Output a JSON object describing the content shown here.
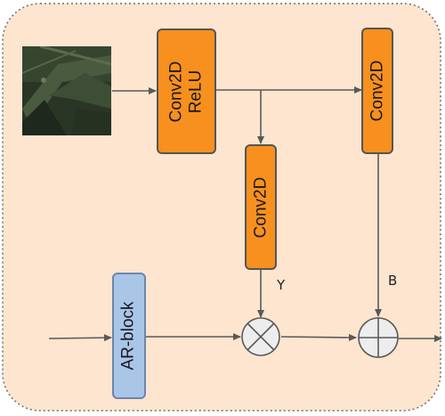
{
  "blocks": {
    "conv_relu": {
      "line1": "Conv2D",
      "line2": "ReLU"
    },
    "conv_mid": {
      "label": "Conv2D"
    },
    "conv_right": {
      "label": "Conv2D"
    },
    "ar_block": {
      "label": "AR-block"
    }
  },
  "symbols": {
    "gamma": "Y",
    "beta": "B"
  },
  "colors": {
    "panel_fill": "#fde5cf",
    "panel_border": "#6e6e6e",
    "conv_fill": "#f7901e",
    "ar_fill": "#a9c6e8",
    "operator_fill": "#ededed",
    "arrow": "#595959"
  },
  "icons": {
    "input_image": "input-image-thumbnail",
    "multiply": "circle-times-operator-icon",
    "add": "circle-plus-operator-icon"
  }
}
